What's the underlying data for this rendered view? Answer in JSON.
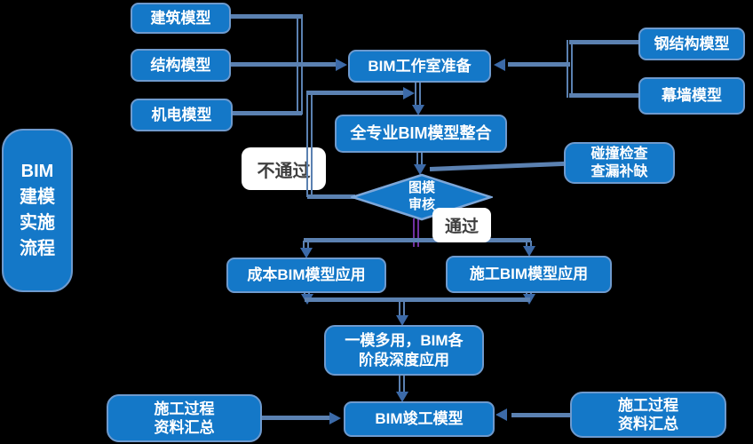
{
  "colors": {
    "box_fill": "#1478c8",
    "box_border": "#6e9ace",
    "line": "#5b81b1",
    "arrow": "#3c6aa8",
    "purple": "#7030a0",
    "label_bg": "#ffffff",
    "label_text": "#3f3f3f",
    "text": "#ffffff",
    "bg": "#000000"
  },
  "title_panel": {
    "lines": [
      "BIM",
      "建模",
      "实施",
      "流程"
    ]
  },
  "nodes": {
    "building_model": "建筑模型",
    "structure_model": "结构模型",
    "mep_model": "机电模型",
    "workshop_prep": "BIM工作室准备",
    "steel_model": "钢结构模型",
    "curtain_model": "幕墙模型",
    "integration": "全专业BIM模型整合",
    "collision_check": {
      "line1": "碰撞检查",
      "line2": "查漏补缺"
    },
    "review": {
      "line1": "图模",
      "line2": "审核"
    },
    "cost_app": "成本BIM模型应用",
    "construction_app": "施工BIM模型应用",
    "multi_use": {
      "line1": "一模多用，BIM各",
      "line2": "阶段深度应用"
    },
    "asbuilt_model": "BIM竣工模型",
    "archive_left": {
      "line1": "施工过程",
      "line2": "资料汇总"
    },
    "archive_right": {
      "line1": "施工过程",
      "line2": "资料汇总"
    }
  },
  "labels": {
    "fail": "不通过",
    "pass": "通过"
  }
}
